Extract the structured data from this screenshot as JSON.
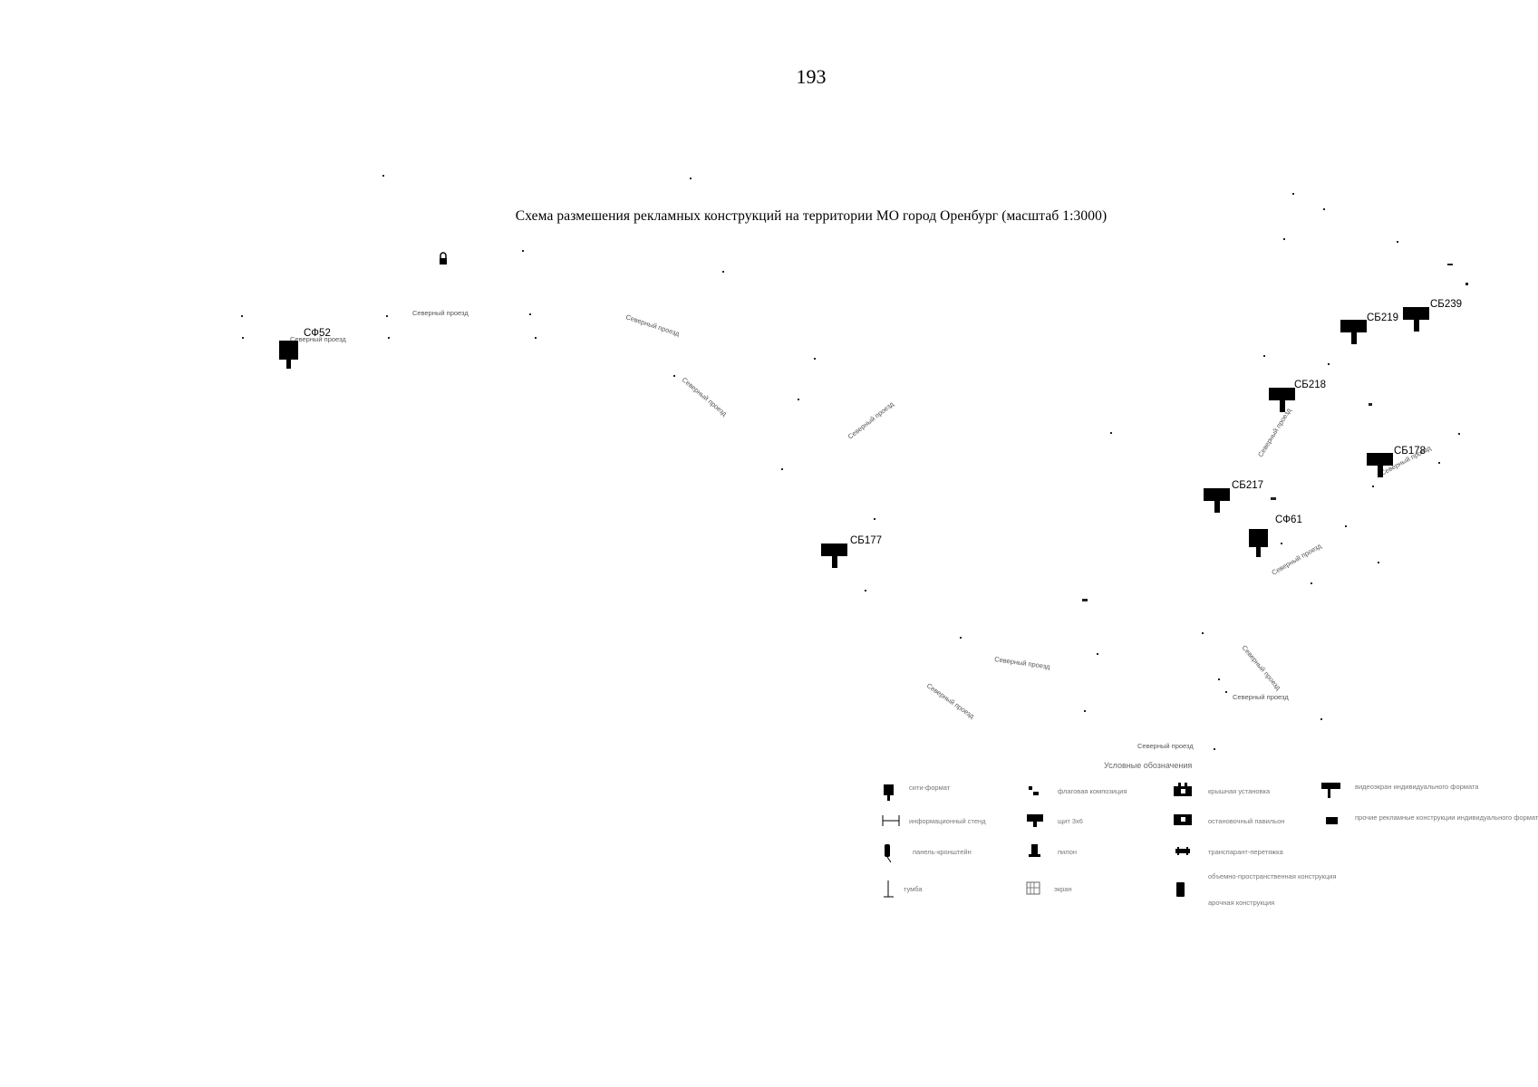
{
  "page": {
    "number": "193"
  },
  "title": "Схема размешения рекламных конструкций на территории МО город Оренбург (масштаб 1:3000)",
  "markers": [
    {
      "id": "СФ52",
      "kind": "city-format"
    },
    {
      "id": "СБ177",
      "kind": "billboard"
    },
    {
      "id": "СБ217",
      "kind": "billboard"
    },
    {
      "id": "СФ61",
      "kind": "city-format"
    },
    {
      "id": "СБ218",
      "kind": "billboard"
    },
    {
      "id": "СБ219",
      "kind": "billboard"
    },
    {
      "id": "СБ239",
      "kind": "billboard"
    },
    {
      "id": "СБ178",
      "kind": "billboard"
    }
  ],
  "roads": [
    "Северный проезд",
    "Северный проезд",
    "Северный проезд",
    "Северный проезд",
    "Северный проезд",
    "Северный проезд",
    "Северный проезд",
    "Северный проезд",
    "Северный проезд",
    "Северный проезд",
    "Северный проезд",
    "Северный проезд",
    "Северный проезд"
  ],
  "legend": {
    "title": "Условные обозначения",
    "items": [
      {
        "label": "сити-формат",
        "icon": "city-format-icon"
      },
      {
        "label": "флаговая композиция",
        "icon": "flag-icon"
      },
      {
        "label": "крышная установка",
        "icon": "roof-icon"
      },
      {
        "label": "видеоэкран индивидуального формата",
        "icon": "video-screen-icon"
      },
      {
        "label": "информационный стенд",
        "icon": "info-stand-icon"
      },
      {
        "label": "щит 3х6",
        "icon": "billboard-icon"
      },
      {
        "label": "панель-кронштейн",
        "icon": "panel-bracket-icon"
      },
      {
        "label": "пилон",
        "icon": "pylon-icon"
      },
      {
        "label": "тумба",
        "icon": "tumba-icon"
      },
      {
        "label": "объемно-пространственная конструкция",
        "icon": "volume-icon"
      },
      {
        "label": "остановочный павильон",
        "icon": "bus-stop-icon"
      },
      {
        "label": "транспарант-перетяжка",
        "icon": "banner-icon"
      },
      {
        "label": "арочная конструкция",
        "icon": "arch-icon"
      },
      {
        "label": "экран",
        "icon": "screen-icon"
      },
      {
        "label": "прочие рекламные конструкции индивидуального формата",
        "icon": "custom-icon"
      }
    ]
  }
}
